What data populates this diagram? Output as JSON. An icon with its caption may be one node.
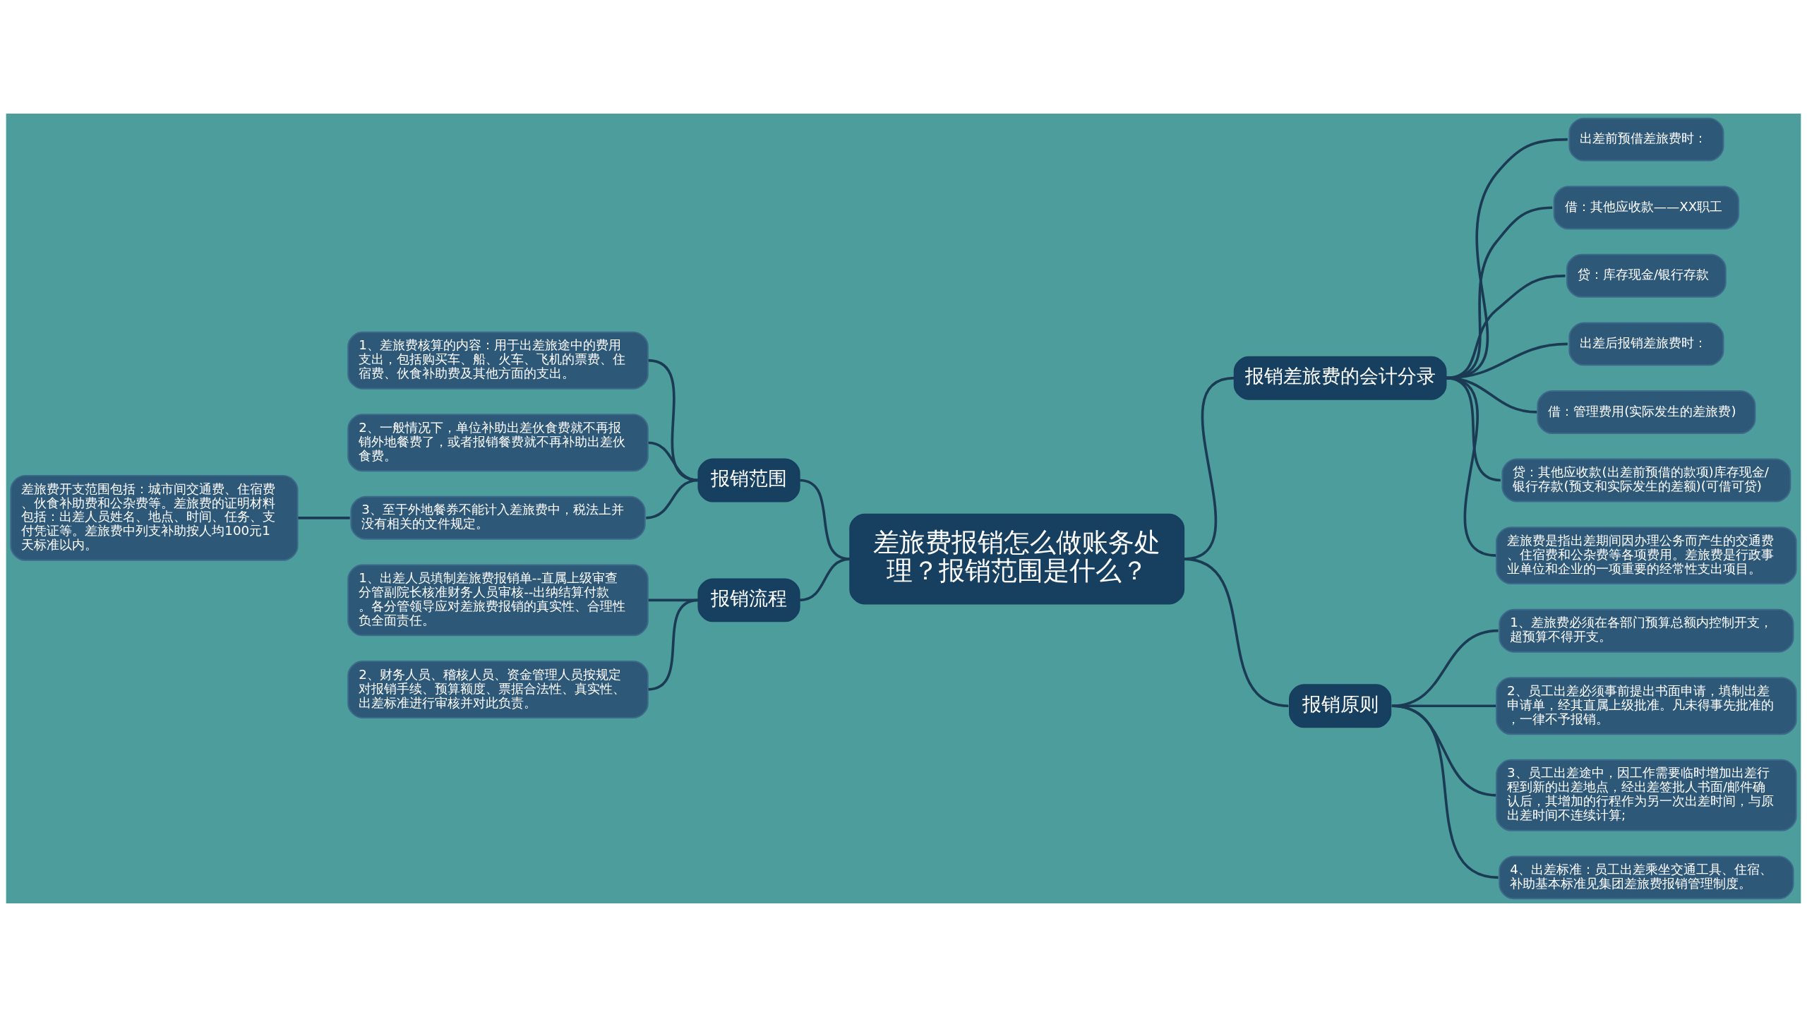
{
  "diagram": {
    "nodes": [
      {
        "text": [
          "差旅费报销怎么做账务处理？报销范围是什么？"
        ]
      },
      {
        "text": [
          "报销范围"
        ]
      },
      {
        "text": [
          "1、差旅费核算的内容：用于出差旅途中的费用支出，包括购买车、船、火车、飞机的票费、住宿费、伙食补助费及其他方面的支出。"
        ]
      },
      {
        "text": [
          "2、一般情况下，单位补助出差伙食费就不再报销外地餐费了，或者报销餐费就不再补助出差伙食费。"
        ]
      },
      {
        "text": [
          "3、至于外地餐券不能计入差旅费中，税法上并没有相关的文件规定。"
        ]
      },
      {
        "text": [
          "差旅费开支范围包括：城市间交通费、住宿费、伙食补助费和公杂费等。差旅费的证明材料包括：出差人员姓名、地点、时间、任务、支付凭证等。差旅费中列支补助按人均100元1天标准以内。"
        ]
      },
      {
        "text": [
          "报销流程"
        ]
      },
      {
        "text": [
          "1、出差人员填制差旅费报销单--直属上级审查分管副院长核准财务人员审核--出纳结算付款。各分管领导应对差旅费报销的真实性、合理性负全面责任。"
        ]
      },
      {
        "text": [
          "2、财务人员、稽核人员、资金管理人员按规定对报销手续、预算额度、票据合法性、真实性、出差标准进行审核并对此负责。"
        ]
      },
      {
        "text": [
          "报销差旅费的会计分录"
        ]
      },
      {
        "text": [
          "出差前预借差旅费时："
        ]
      },
      {
        "text": [
          "借：其他应收款——XX职工"
        ]
      },
      {
        "text": [
          "贷：库存现金/银行存款"
        ]
      },
      {
        "text": [
          "出差后报销差旅费时："
        ]
      },
      {
        "text": [
          "借：管理费用(实际发生的差旅费)"
        ]
      },
      {
        "text": [
          "贷：其他应收款(出差前预借的款项)库存现金/银行存款(预支和实际发生的差额)(可借可贷)"
        ]
      },
      {
        "text": [
          "差旅费是指出差期间因办理公务而产生的交通费、住宿费和公杂费等各项费用。差旅费是行政事业单位和企业的一项重要的经常性支出项目。"
        ]
      },
      {
        "text": [
          "报销原则"
        ]
      },
      {
        "text": [
          "1、差旅费必须在各部门预算总额内控制开支，超预算不得开支。"
        ]
      },
      {
        "text": [
          "2、员工出差必须事前提出书面申请，填制出差申请单，经其直属上级批准。凡未得事先批准的，一律不予报销。"
        ]
      },
      {
        "text": [
          "3、员工出差途中，因工作需要临时增加出差行程到新的出差地点，经出差签批人书面/邮件确认后，其增加的行程作为另一次出差时间，与原出差时间不连续计算;"
        ]
      },
      {
        "text": [
          "4、出差标准：员工出差乘坐交通工具、住宿、补助基本标准见集团差旅费报销管理制度。"
        ]
      }
    ],
    "edges": [
      {
        "from": 0,
        "to": 1,
        "arrow": "none"
      },
      {
        "from": 1,
        "to": 2,
        "arrow": "none"
      },
      {
        "from": 1,
        "to": 3,
        "arrow": "none"
      },
      {
        "from": 1,
        "to": 4,
        "arrow": "none"
      },
      {
        "from": 4,
        "to": 5,
        "arrow": "none"
      },
      {
        "from": 0,
        "to": 6,
        "arrow": "none"
      },
      {
        "from": 6,
        "to": 7,
        "arrow": "none"
      },
      {
        "from": 6,
        "to": 8,
        "arrow": "none"
      },
      {
        "from": 0,
        "to": 9,
        "arrow": "none"
      },
      {
        "from": 9,
        "to": 10,
        "arrow": "none"
      },
      {
        "from": 9,
        "to": 11,
        "arrow": "none"
      },
      {
        "from": 9,
        "to": 12,
        "arrow": "none"
      },
      {
        "from": 9,
        "to": 13,
        "arrow": "none"
      },
      {
        "from": 9,
        "to": 14,
        "arrow": "none"
      },
      {
        "from": 9,
        "to": 15,
        "arrow": "none"
      },
      {
        "from": 9,
        "to": 16,
        "arrow": "none"
      },
      {
        "from": 0,
        "to": 17,
        "arrow": "none"
      },
      {
        "from": 17,
        "to": 18,
        "arrow": "none"
      },
      {
        "from": 17,
        "to": 19,
        "arrow": "none"
      },
      {
        "from": 17,
        "to": 20,
        "arrow": "none"
      },
      {
        "from": 17,
        "to": 21,
        "arrow": "none"
      }
    ]
  }
}
